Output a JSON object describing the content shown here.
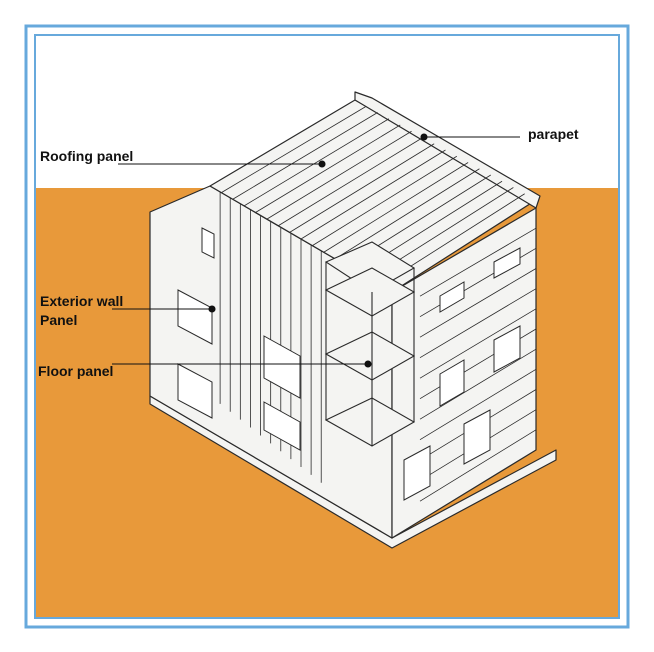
{
  "colors": {
    "sky": "#ffffff",
    "ground": "#e8993a",
    "frame_border": "#67a9dc",
    "outline": "#2a2a2a",
    "wall_fill": "#f4f4f2"
  },
  "labels": {
    "parapet": "parapet",
    "roofing_panel": "Roofing panel",
    "exterior_wall_line1": "Exterior wall",
    "exterior_wall_line2": "Panel",
    "floor_panel": "Floor panel"
  }
}
